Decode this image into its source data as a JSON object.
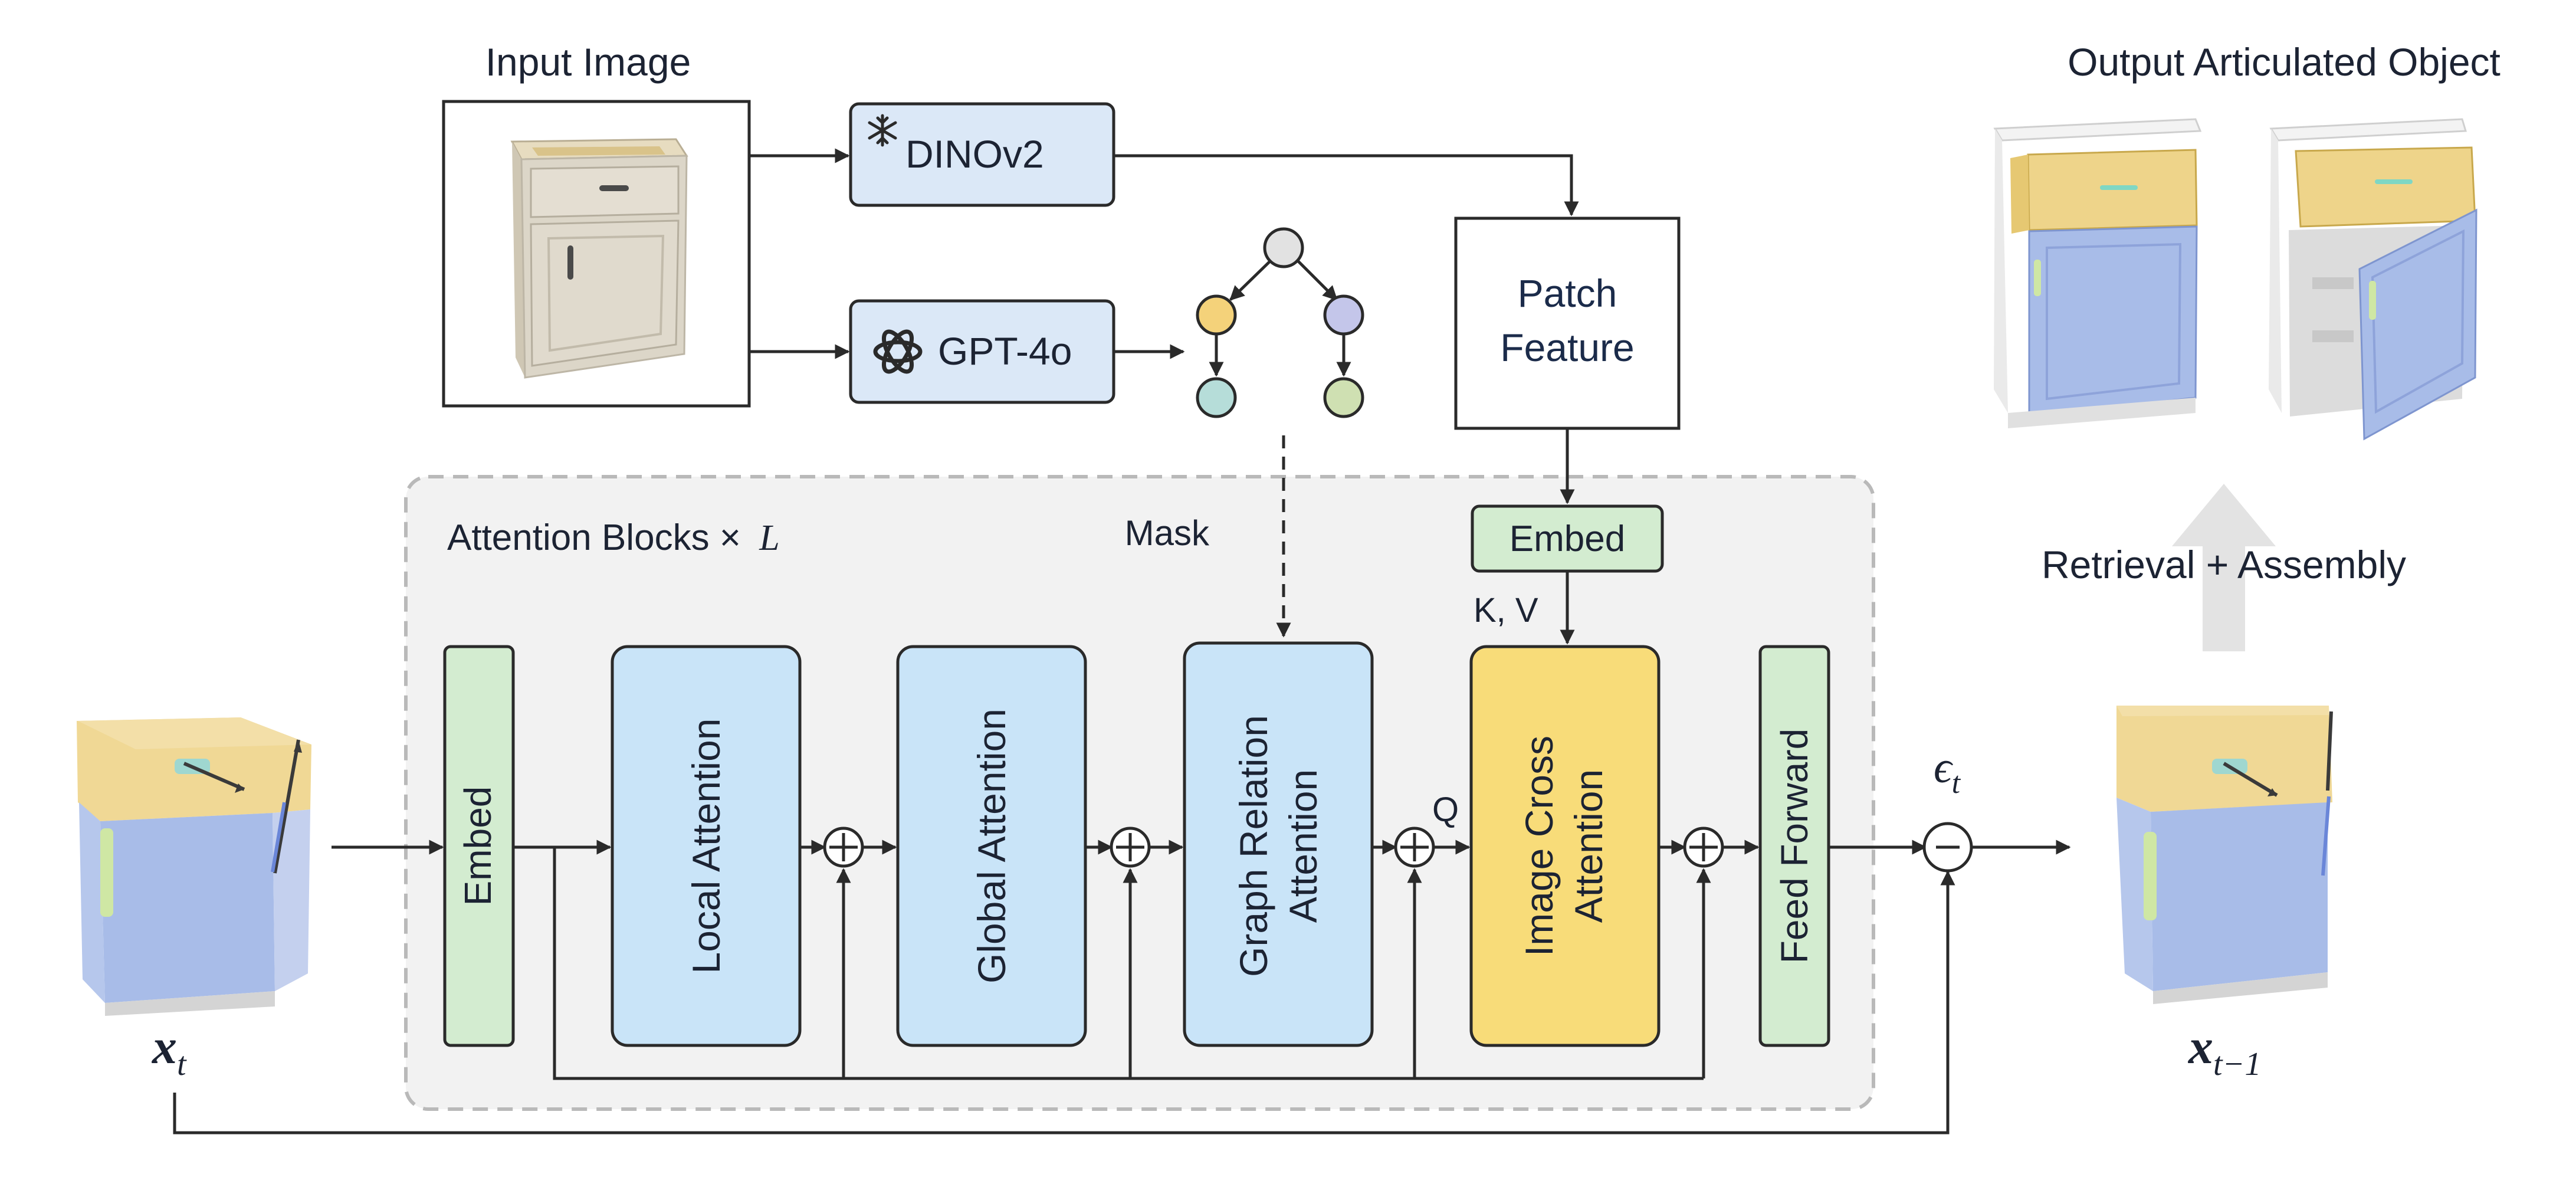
{
  "input": {
    "title": "Input Image"
  },
  "encoders": {
    "dino": "DINOv2",
    "gpt": "GPT-4o"
  },
  "patch_feature": {
    "line1": "Patch",
    "line2": "Feature"
  },
  "attention_region": {
    "title_text": "Attention Blocks ×",
    "title_var": "L"
  },
  "mask_label": "Mask",
  "embed_top": "Embed",
  "kv_label": "K, V",
  "q_label": "Q",
  "blocks": {
    "embed": "Embed",
    "local": "Local Attention",
    "global": "Global Attention",
    "graph_line1": "Graph Relation",
    "graph_line2": "Attention",
    "cross_line1": "Image Cross",
    "cross_line2": "Attention",
    "ffn": "Feed Forward"
  },
  "x_t": {
    "base": "x",
    "sub": "t"
  },
  "x_t1": {
    "base": "x",
    "sub": "t−1"
  },
  "eps": {
    "base": "ϵ",
    "sub": "t"
  },
  "output": {
    "title": "Output Articulated  Object",
    "retrieval": "Retrieval + Assembly"
  },
  "colors": {
    "blue_fill": "#c9e4f8",
    "blue_stroke": "#3a3a3a",
    "green_fill": "#d3ecd0",
    "yellow_fill": "#f8dc79",
    "encoder_fill": "#dbe8f7",
    "region_fill": "#f2f2f2",
    "region_stroke": "#b9b9b9",
    "node_gray": "#e2e2e2",
    "node_yellow": "#f4d27a",
    "node_purple": "#c4c6ea",
    "node_teal": "#b6ddd9",
    "node_green": "#cfe0b2",
    "cabinet_body": "#dcd6c8",
    "cabinet_yellow": "#eed48a",
    "cabinet_blue": "#a8bce8"
  }
}
